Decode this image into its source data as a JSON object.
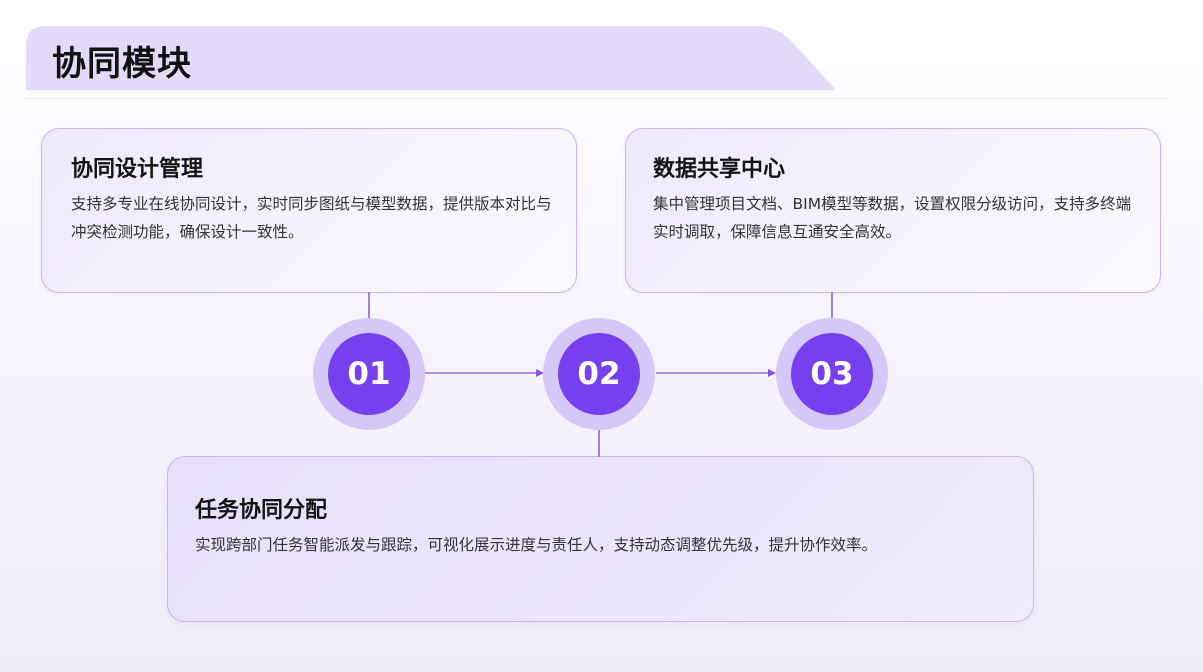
{
  "page_title": "协同模块",
  "steps": [
    {
      "number": "01",
      "title": "协同设计管理",
      "description": "支持多专业在线协同设计，实时同步图纸与模型数据，提供版本对比与冲突检测功能，确保设计一致性。"
    },
    {
      "number": "02",
      "title": "任务协同分配",
      "description": "实现跨部门任务智能派发与跟踪，可视化展示进度与责任人，支持动态调整优先级，提升协作效率。"
    },
    {
      "number": "03",
      "title": "数据共享中心",
      "description": "集中管理项目文档、BIM模型等数据，设置权限分级访问，支持多终端实时调取，保障信息互通安全高效。"
    }
  ],
  "colors": {
    "accent": "#7740ee",
    "accent_ring": "#d4c8f8",
    "header_tab": "#e3d9f8",
    "card_border": "#c8b6ee",
    "connector": "#9b7ee0"
  }
}
